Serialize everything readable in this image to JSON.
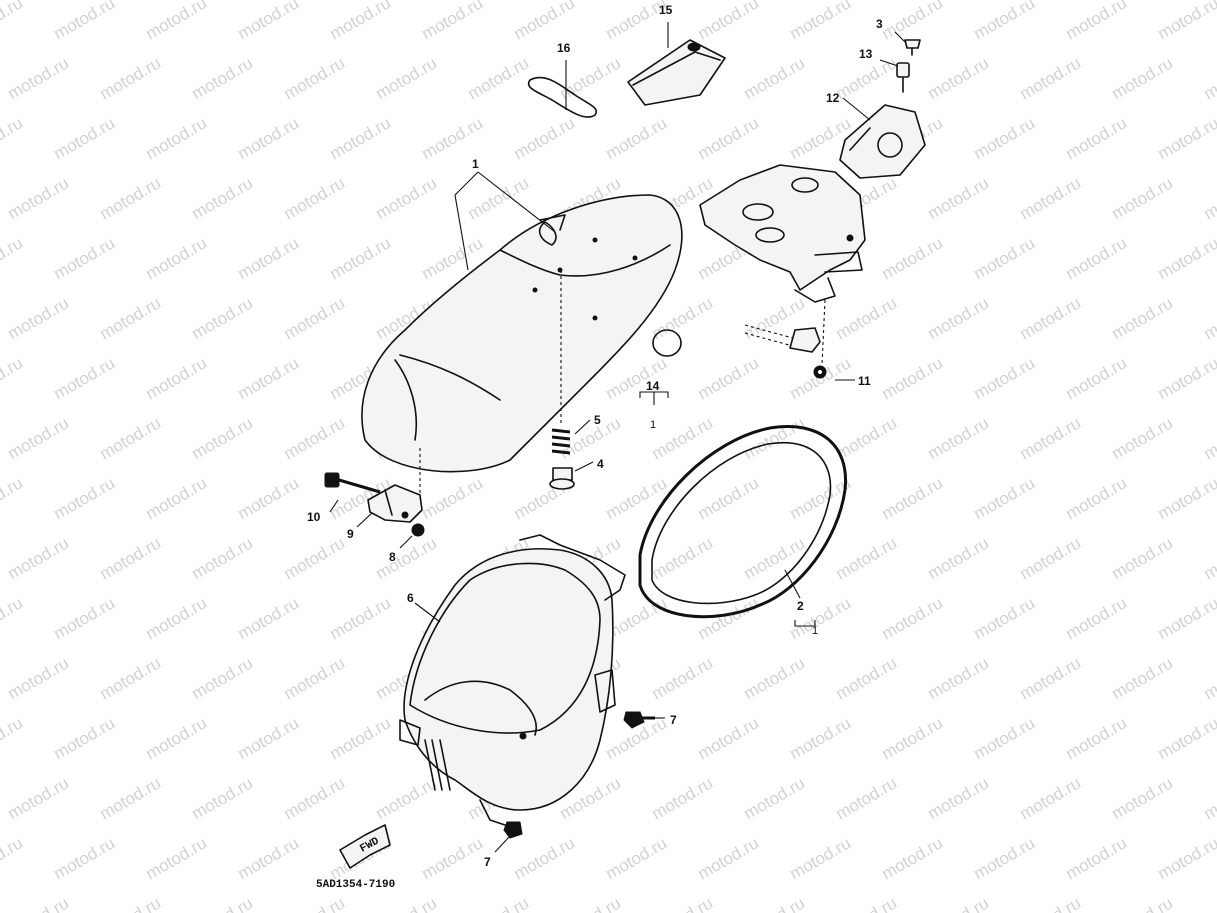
{
  "diagram": {
    "watermark_text": "motod.ru",
    "reference_code": "5AD1354-7190",
    "direction_label": "FWD",
    "callouts": [
      {
        "id": "c1",
        "label": "1"
      },
      {
        "id": "c2",
        "label": "2"
      },
      {
        "id": "c2sub",
        "label": "1"
      },
      {
        "id": "c3",
        "label": "3"
      },
      {
        "id": "c4",
        "label": "4"
      },
      {
        "id": "c5",
        "label": "5"
      },
      {
        "id": "c6",
        "label": "6"
      },
      {
        "id": "c7a",
        "label": "7"
      },
      {
        "id": "c7b",
        "label": "7"
      },
      {
        "id": "c8",
        "label": "8"
      },
      {
        "id": "c9",
        "label": "9"
      },
      {
        "id": "c10",
        "label": "10"
      },
      {
        "id": "c11",
        "label": "11"
      },
      {
        "id": "c12",
        "label": "12"
      },
      {
        "id": "c13",
        "label": "13"
      },
      {
        "id": "c14",
        "label": "14"
      },
      {
        "id": "c14sub",
        "label": "1"
      },
      {
        "id": "c15",
        "label": "15"
      },
      {
        "id": "c16",
        "label": "16"
      }
    ]
  }
}
